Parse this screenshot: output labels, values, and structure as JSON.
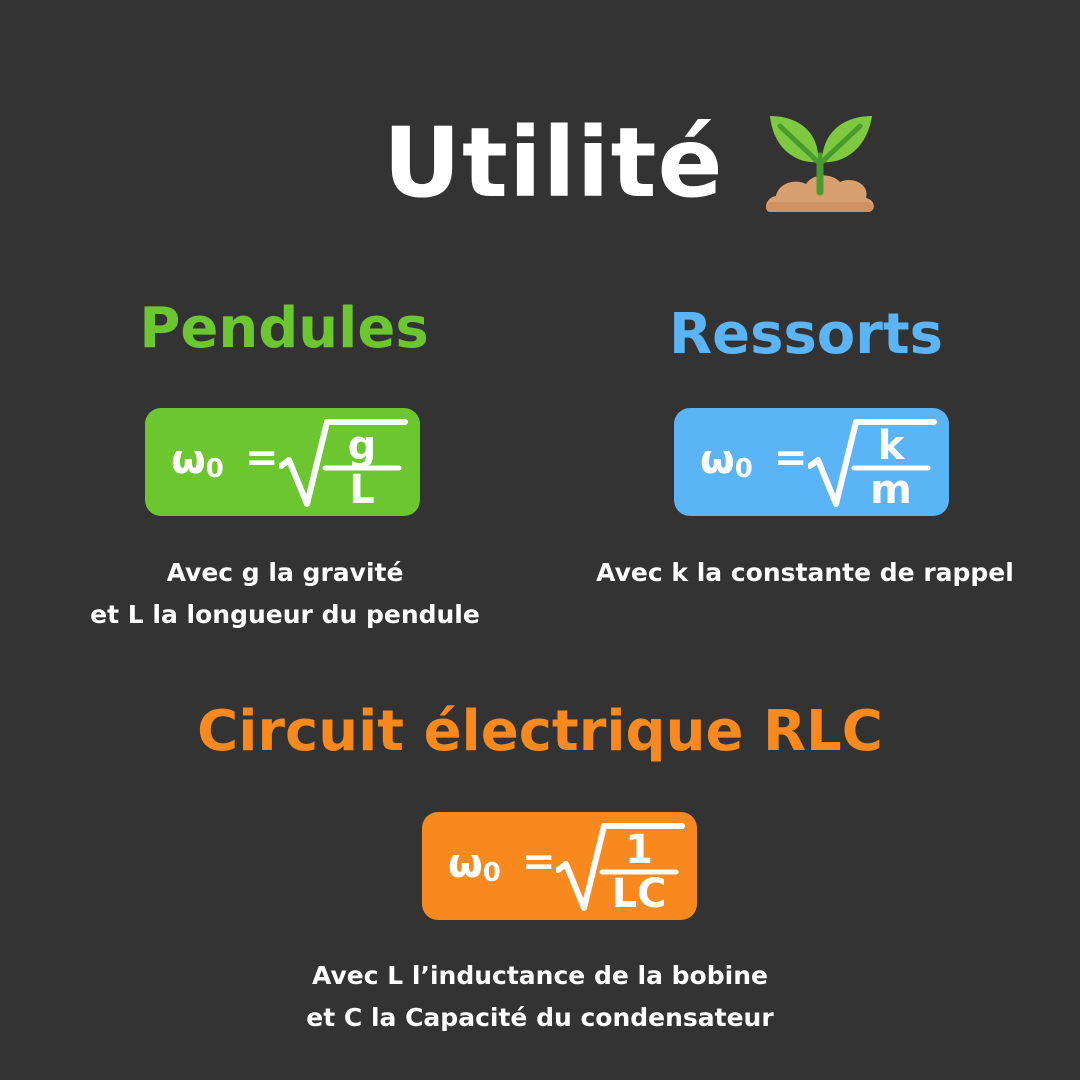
{
  "title": "Utilité",
  "sections": {
    "pendules": {
      "heading": "Pendules",
      "color": "#6cc62f",
      "formula": {
        "lhs": "ω",
        "sub": "0",
        "eq": "=",
        "numerator": "g",
        "denominator": "L"
      },
      "desc_lines": [
        "Avec g la gravité",
        "et L la longueur du pendule"
      ]
    },
    "ressorts": {
      "heading": "Ressorts",
      "color": "#5bb4f5",
      "formula": {
        "lhs": "ω",
        "sub": "0",
        "eq": "=",
        "numerator": "k",
        "denominator": "m"
      },
      "desc_lines": [
        "Avec k la constante de rappel"
      ]
    },
    "rlc": {
      "heading": "Circuit électrique RLC",
      "color": "#f7891f",
      "formula": {
        "lhs": "ω",
        "sub": "0",
        "eq": "=",
        "numerator": "1",
        "denominator": "LC"
      },
      "desc_lines": [
        "Avec L l’inductance de la bobine",
        "et C la Capacité du condensateur"
      ]
    }
  },
  "icons": {
    "title_icon": "sprout-icon"
  }
}
